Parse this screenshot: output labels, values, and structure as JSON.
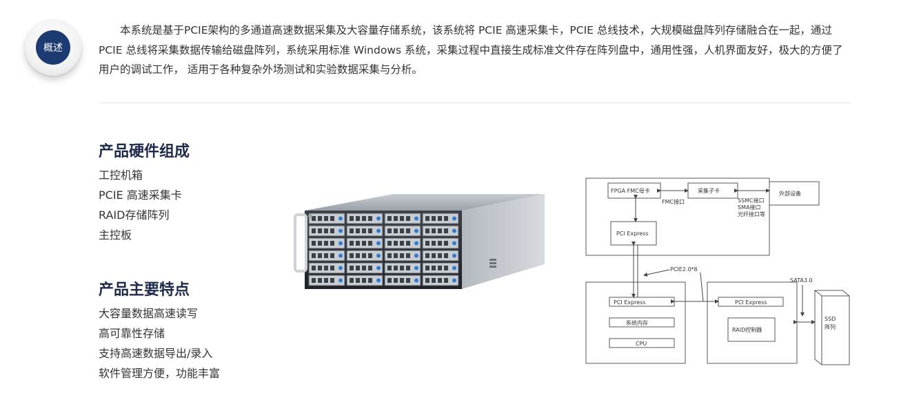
{
  "overview": {
    "badge_label": "概述",
    "text": "本系统是基于PCIE架构的多通道高速数据采集及大容量存储系统，该系统将 PCIE 高速采集卡，PCIE 总线技术，大规模磁盘阵列存储融合在一起，通过 PCIE 总线将采集数据传输给磁盘阵列，系统采用标准 Windows 系统，采集过程中直接生成标准文件存在阵列盘中，通用性强，人机界面友好，极大的方便了用户的调试工作， 适用于各种复杂外场测试和实验数据采集与分析。"
  },
  "hardware": {
    "title": "产品硬件组成",
    "items": [
      "工控机箱",
      "PCIE 高速采集卡",
      "RAID存储阵列",
      "主控板"
    ]
  },
  "features": {
    "title": "产品主要特点",
    "items": [
      "大容量数据高速读写",
      "高可靠性存储",
      "支持高速数据导出/录入",
      "软件管理方便，功能丰富"
    ]
  },
  "diagram": {
    "fpga": "FPGA FMC母卡",
    "fmc_port": "FMC接口",
    "daughter": "采集子卡",
    "ports": [
      "SSMC接口",
      "SMA接口",
      "光纤接口等"
    ],
    "external": "外部设备",
    "pci_top": "PCI Express",
    "pcie_bus": "PCIE2.0*8",
    "pci_left": "PCI Express",
    "memory": "系统内存",
    "cpu": "CPU",
    "pci_right": "PCI Express",
    "raid": "RAID控制器",
    "sata": "SATA3.0",
    "ssd": [
      "SSD",
      "阵列"
    ]
  }
}
